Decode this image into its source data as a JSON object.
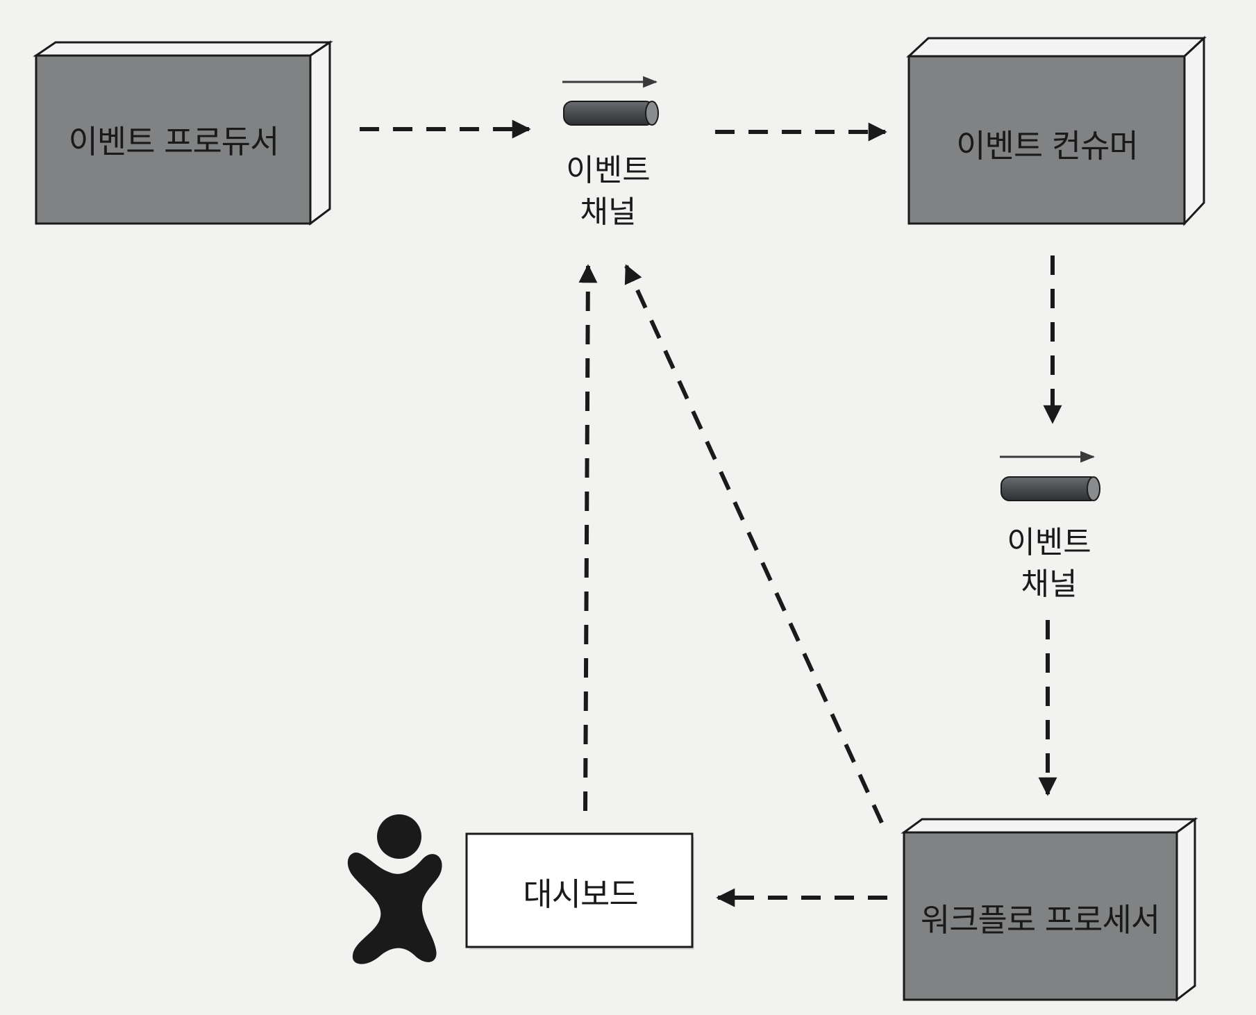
{
  "nodes": {
    "producer": "이벤트 프로듀서",
    "consumer": "이벤트 컨슈머",
    "processor": "워크플로 프로세서",
    "dashboard": "대시보드"
  },
  "channels": {
    "top": {
      "line1": "이벤트",
      "line2": "채널"
    },
    "right": {
      "line1": "이벤트",
      "line2": "채널"
    }
  },
  "colors": {
    "box_fill": "#808283",
    "box_side": "#f4f4f4",
    "line": "#1a1a1a",
    "pipe": "#4a4d50",
    "background": "#f2f2f0"
  }
}
